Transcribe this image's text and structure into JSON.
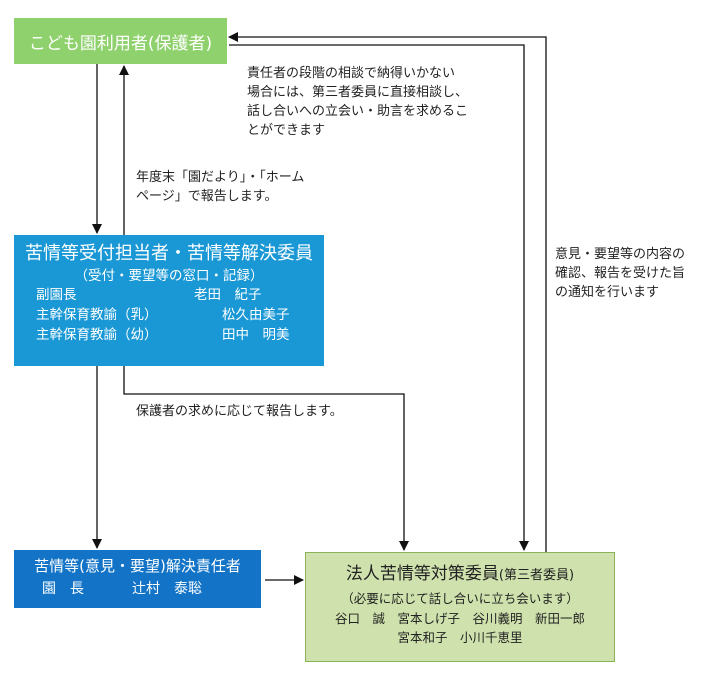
{
  "guardian": {
    "label": "こども園利用者(保護者)"
  },
  "committee": {
    "title": "苦情等受付担当者・苦情等解決委員",
    "subtitle": "（受付・要望等の窓口・記録）",
    "members": [
      {
        "role": "副園長",
        "name": "老田　紀子"
      },
      {
        "role": "主幹保育教諭（乳）",
        "name": "松久由美子"
      },
      {
        "role": "主幹保育教諭（幼）",
        "name": "田中　明美"
      }
    ]
  },
  "resolver": {
    "title": "苦情等(意見・要望)解決責任者",
    "role": "園　長",
    "name": "辻村　泰聡"
  },
  "thirdparty": {
    "title": "法人苦情等対策委員",
    "title_suffix": "(第三者委員)",
    "subtitle": "（必要に応じて話し合いに立ち会います）",
    "members_line1": "谷口　誠　宮本しげ子　谷川義明　新田一郎",
    "members_line2": "宮本和子　小川千恵里"
  },
  "notes": {
    "annual_report": [
      "年度末「園だより」・「ホーム",
      "ページ」で報告します。"
    ],
    "third_party_consult": [
      "責任者の段階の相談で納得いかない",
      "場合には、第三者委員に直接相談し、",
      "話し合いへの立会い・助言を求めるこ",
      "とができます"
    ],
    "report_on_request": "保護者の求めに応じて報告します。",
    "confirmation_notice": [
      "意見・要望等の内容の",
      "確認、報告を受けた旨",
      "の通知を行います"
    ]
  },
  "colors": {
    "guardian_bg": "#8fd16c",
    "committee_bg": "#1a98d5",
    "resolver_bg": "#1273c7",
    "thirdparty_bg": "#cfe2ad"
  }
}
